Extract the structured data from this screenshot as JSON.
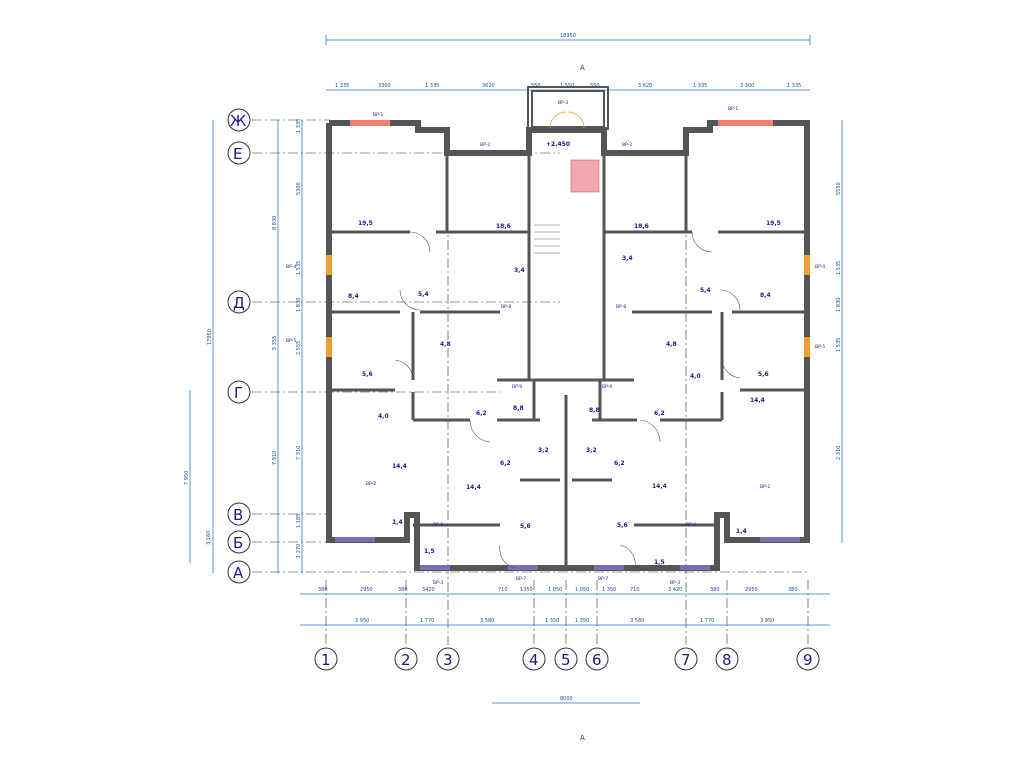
{
  "colors": {
    "wall": "#555555",
    "wall_fill": "#e8e8e8",
    "dimension": "#2a78d6",
    "axis": "#333333",
    "label": "#1a1a8c",
    "window_red": "#f08070",
    "window_purple": "#7a6fb5",
    "door_orange": "#f0a030",
    "stair_pink": "#f4a6b0"
  },
  "section_mark": "А",
  "axes_letters": [
    "Ж",
    "Е",
    "Д",
    "Г",
    "В",
    "Б",
    "А"
  ],
  "axes_numbers": [
    "1",
    "2",
    "3",
    "4",
    "5",
    "6",
    "7",
    "8",
    "9"
  ],
  "dims": {
    "overall_width": "18950",
    "overall_height": "17950",
    "top_segments": [
      "1 335",
      "3300",
      "1 335",
      "3620",
      "550",
      "1 550",
      "550",
      "3 620",
      "1 335",
      "3 300",
      "1 335"
    ],
    "bottom_segments_1": [
      "380",
      "2950",
      "380",
      "3420",
      "710",
      "1350",
      "1 050",
      "1 050",
      "1 350",
      "710",
      "3 420",
      "380",
      "2950",
      "380"
    ],
    "bottom_segments_2": [
      "3 950",
      "1 770",
      "3 580",
      "1 350",
      "1 350",
      "3 580",
      "1 770",
      "3 950"
    ],
    "bottom_extra": "8000",
    "left_rows": [
      "1 335",
      "5300",
      "1 535",
      "1 830",
      "2 555",
      "7 310",
      "1 185",
      "1 270"
    ],
    "left_totals": [
      "8 830",
      "5 355",
      "7 910",
      "3 160"
    ],
    "right_rows": [
      "5550",
      "1 535",
      "1 830",
      "1 535",
      "2 310"
    ],
    "left_extra": "7 950"
  },
  "rooms": {
    "areas": [
      "19,5",
      "19,5",
      "18,6",
      "18,6",
      "3,4",
      "3,4",
      "5,4",
      "5,4",
      "8,4",
      "8,4",
      "4,8",
      "4,8",
      "5,6",
      "5,6",
      "14,4",
      "14,4",
      "14,4",
      "14,4",
      "1,4",
      "1,4",
      "1,5",
      "1,5",
      "5,6",
      "5,6",
      "6,2",
      "6,2",
      "6,2",
      "6,2",
      "3,2",
      "3,2",
      "8,8",
      "8,8",
      "4,0",
      "4,0"
    ],
    "marks": [
      "+2.450"
    ]
  },
  "openings": {
    "tags": [
      "ВР-1",
      "ВР-1",
      "ВР-2",
      "ВР-2",
      "ВР-3",
      "ВР-4",
      "ВР-4",
      "ВР-5",
      "ВР-5",
      "ВР-6",
      "ВР-6",
      "ВР-7",
      "ВР-7",
      "ВР-8",
      "ВР-8",
      "ВР-9",
      "ВР-9",
      "ВР-2",
      "ВР-2",
      "ВР-3",
      "ВР-3"
    ]
  }
}
